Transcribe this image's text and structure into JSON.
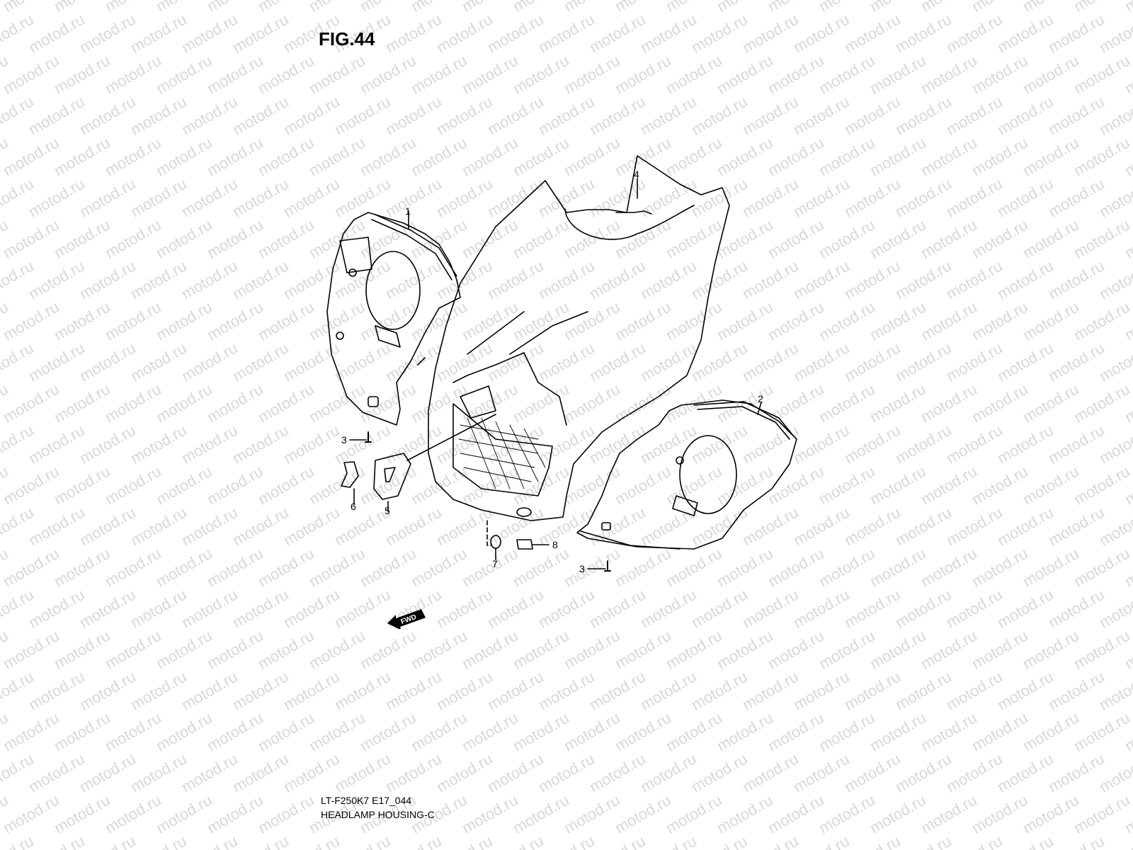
{
  "figure": {
    "title": "FIG.44",
    "model_code": "LT-F250K7 E17_044",
    "section_name": "HEADLAMP HOUSING-C"
  },
  "watermark": {
    "text": "motod.ru",
    "color": "#d8d8d8"
  },
  "callouts": [
    {
      "number": "1",
      "part": "headlamp-housing-left"
    },
    {
      "number": "2",
      "part": "headlamp-housing-right"
    },
    {
      "number": "3",
      "part": "screw-left"
    },
    {
      "number": "3",
      "part": "screw-right"
    },
    {
      "number": "4",
      "part": "front-cover"
    },
    {
      "number": "5",
      "part": "emblem-base"
    },
    {
      "number": "6",
      "part": "emblem"
    },
    {
      "number": "7",
      "part": "nut"
    },
    {
      "number": "8",
      "part": "clip"
    }
  ],
  "direction_indicator": {
    "label": "FWD",
    "icon": "arrow-left-icon"
  },
  "colors": {
    "line": "#000000",
    "background": "#ffffff"
  }
}
